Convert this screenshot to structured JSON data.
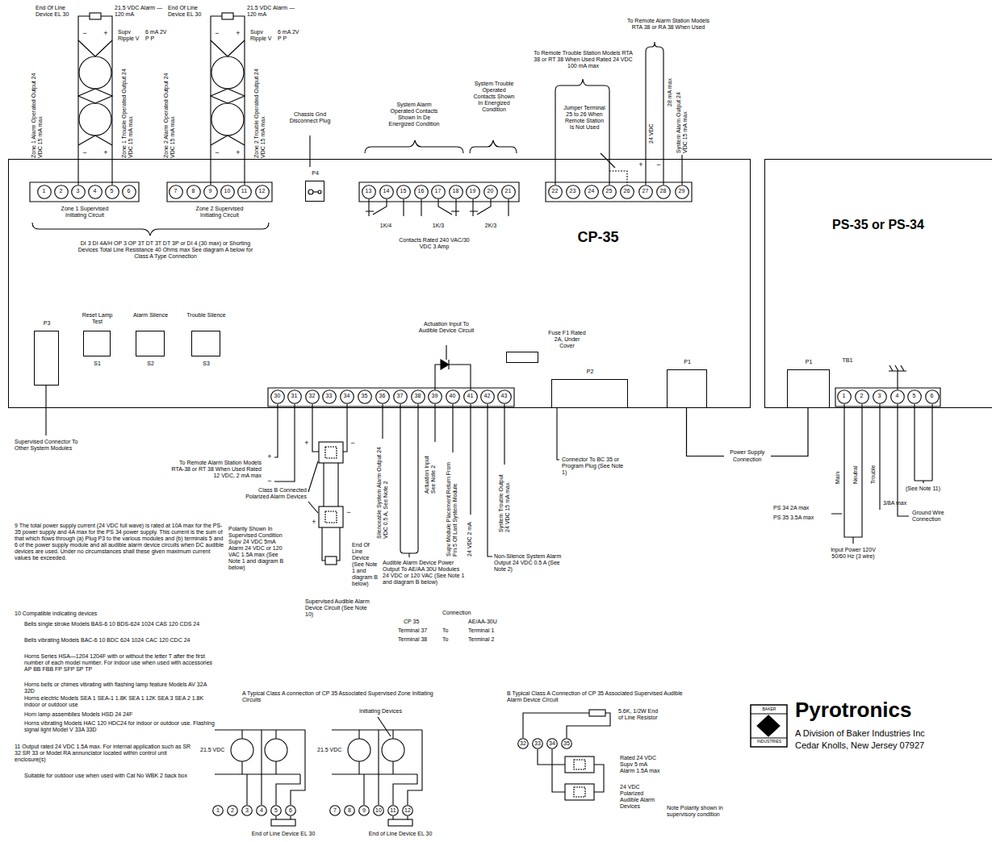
{
  "diagram": {
    "nodes": [
      {
        "text": [
          "CP-35"
        ]
      },
      {
        "text": [
          "1"
        ],
        "in": 0
      },
      {
        "text": [
          "2"
        ],
        "in": 0
      },
      {
        "text": [
          "3"
        ],
        "in": 0
      },
      {
        "text": [
          "4"
        ],
        "in": 0
      },
      {
        "text": [
          "5"
        ],
        "in": 0
      },
      {
        "text": [
          "6"
        ],
        "in": 0
      },
      {
        "text": [
          "7"
        ],
        "in": 0
      },
      {
        "text": [
          "8"
        ],
        "in": 0
      },
      {
        "text": [
          "9"
        ],
        "in": 0
      },
      {
        "text": [
          "10"
        ],
        "in": 0
      },
      {
        "text": [
          "11"
        ],
        "in": 0
      },
      {
        "text": [
          "12"
        ],
        "in": 0
      },
      {
        "text": [
          "P4"
        ],
        "in": 0
      },
      {
        "text": [
          "13"
        ],
        "in": 0
      },
      {
        "text": [
          "14"
        ],
        "in": 0
      },
      {
        "text": [
          "15"
        ],
        "in": 0
      },
      {
        "text": [
          "16"
        ],
        "in": 0
      },
      {
        "text": [
          "17"
        ],
        "in": 0
      },
      {
        "text": [
          "18"
        ],
        "in": 0
      },
      {
        "text": [
          "19"
        ],
        "in": 0
      },
      {
        "text": [
          "20"
        ],
        "in": 0
      },
      {
        "text": [
          "21"
        ],
        "in": 0
      },
      {
        "text": [
          "22"
        ],
        "in": 0
      },
      {
        "text": [
          "23"
        ],
        "in": 0
      },
      {
        "text": [
          "24"
        ],
        "in": 0
      },
      {
        "text": [
          "25"
        ],
        "in": 0
      },
      {
        "text": [
          "26"
        ],
        "in": 0
      },
      {
        "text": [
          "27"
        ],
        "in": 0
      },
      {
        "text": [
          "28"
        ],
        "in": 0
      },
      {
        "text": [
          "29"
        ],
        "in": 0
      },
      {
        "text": [
          "P3"
        ],
        "in": 0
      },
      {
        "text": [
          "Reset Lamp Test",
          "S1"
        ],
        "in": 0
      },
      {
        "text": [
          "Alarm Silence",
          "S2"
        ],
        "in": 0
      },
      {
        "text": [
          "Trouble Silence",
          "S3"
        ],
        "in": 0
      },
      {
        "text": [
          "Fuse F1 Rated 2A, Under Cover"
        ],
        "in": 0
      },
      {
        "text": [
          "30"
        ],
        "in": 0
      },
      {
        "text": [
          "31"
        ],
        "in": 0
      },
      {
        "text": [
          "32"
        ],
        "in": 0
      },
      {
        "text": [
          "33"
        ],
        "in": 0
      },
      {
        "text": [
          "34"
        ],
        "in": 0
      },
      {
        "text": [
          "35"
        ],
        "in": 0
      },
      {
        "text": [
          "36"
        ],
        "in": 0
      },
      {
        "text": [
          "37"
        ],
        "in": 0
      },
      {
        "text": [
          "38"
        ],
        "in": 0
      },
      {
        "text": [
          "39"
        ],
        "in": 0
      },
      {
        "text": [
          "40"
        ],
        "in": 0
      },
      {
        "text": [
          "41"
        ],
        "in": 0
      },
      {
        "text": [
          "42"
        ],
        "in": 0
      },
      {
        "text": [
          "43"
        ],
        "in": 0
      },
      {
        "text": [
          "P2"
        ],
        "in": 0
      },
      {
        "text": [
          "P1"
        ],
        "in": 0
      },
      {
        "text": [
          "PS-35 or PS-34"
        ]
      },
      {
        "text": [
          "P1"
        ],
        "in": 52
      },
      {
        "text": [
          "1"
        ],
        "in": 52
      },
      {
        "text": [
          "2"
        ],
        "in": 52
      },
      {
        "text": [
          "3"
        ],
        "in": 52
      },
      {
        "text": [
          "4"
        ],
        "in": 52
      },
      {
        "text": [
          "5"
        ],
        "in": 52
      },
      {
        "text": [
          "6"
        ],
        "in": 52
      },
      {
        "text": [
          "1"
        ]
      },
      {
        "text": [
          "2"
        ]
      },
      {
        "text": [
          "3"
        ]
      },
      {
        "text": [
          "4"
        ]
      },
      {
        "text": [
          "5"
        ]
      },
      {
        "text": [
          "6"
        ]
      },
      {
        "text": [
          "7"
        ]
      },
      {
        "text": [
          "8"
        ]
      },
      {
        "text": [
          "9"
        ]
      },
      {
        "text": [
          "10"
        ]
      },
      {
        "text": [
          "11"
        ]
      },
      {
        "text": [
          "12"
        ]
      },
      {
        "text": [
          "32"
        ]
      },
      {
        "text": [
          "33"
        ]
      },
      {
        "text": [
          "34"
        ]
      },
      {
        "text": [
          "35"
        ]
      }
    ],
    "edges": [
      {
        "from": 51,
        "to": 53,
        "arrow": "none",
        "label": "Power Supply Connection"
      }
    ],
    "labels": [
      "End Of Line Device EL 30",
      "21.5 VDC Alarm — 120 mA",
      "Supv Ripple V",
      "6 mA 2V P P",
      "−",
      "+",
      "−",
      "+",
      "Zone 1 Alarm Operated Output 24 VDC 15 mA max",
      "Zone 1 Trouble Operated Output 24 VDC 15 mA max",
      "End Of Line Device EL 30",
      "21.5 VDC Alarm — 120 mA",
      "Supv Ripple V",
      "6 mA 2V P P",
      "−",
      "+",
      "−",
      "+",
      "Zone 2 Alarm Operated Output 24 VDC 15 mA max",
      "Zone 2 Trouble Operated Output 24 VDC 15 mA max",
      "Chassis Gnd Disconnect Plug",
      "System Alarm Operated Contacts Shown In De Energized Condition",
      "System Trouble Operated Contacts Shown In Energized Condition",
      "To Remote Trouble Station Models RTA 38 or RT 38 When Used Rated 24 VDC 100 mA max",
      "Jumper Terminal 25 to 26 When Remote Station Is Not Used",
      "To Remote Alarm Station Models RTA 38 or RA 38 When Used",
      "24 VDC",
      "28 mA max",
      "System Alarm Output 24 VDC 15 mA max",
      "+",
      "−",
      "Zone 1 Supervised Initiating Circuit",
      "Zone 2 Supervised Initiating Circuit",
      "DI 3 DI 4A/H OP 3 OP 3T DT 3T DT 3P or DI 4 (30 max) or Shorting Devices Total Line Resistance 40 Ohms max See diagram A below for Class A Type Connection",
      "1K/4",
      "1K/3",
      "2K/3",
      "Contacts Rated 240 VAC/30 VDC 3 Amp",
      "Actuation Input To Audible Device Circuit",
      "Supervised Connector To Other System Modules",
      "To Remote Alarm Station Models RTA-38 or RT 38 When Used Rated 12 VDC, 2 mA max",
      "+",
      "−",
      "+",
      "−",
      "+",
      "−",
      "Class B Connected Polarized Alarm Devices",
      "Polarity Shown In Supervised Condition Supv 24 VDC 5mA Alarm 24 VDC or 120 VAC 1.5A max (See Note 1 and diagram B below)",
      "End Of Line Device (See Note 1 and diagram B below)",
      "Supervised Audible Alarm Device Circuit (See Note 10)",
      "Silenceable System Alarm Output 24 VDC 0.5 A, See Note 2",
      "Actuation Input See Note 2",
      "Supv Module Placement Return From Pin 5 Of Last System Module",
      "24 VDC 2 mA",
      "System Trouble Output 24 VDC 15 mA max",
      "Non-Silence System Alarm Output 24 VDC 0.5 A (See Note 2)",
      "Audible Alarm Device Power Output To AE/AA 30U Modules 24 VDC or 120 VAC (See Note 1 and diagram B below)",
      "Connection",
      "CP 35",
      "AE/AA-30U",
      "Terminal 37",
      "To",
      "Terminal 1",
      "Terminal 38",
      "To",
      "Terminal 2",
      "Connector To BC 35 or Program Plug (See Note 1)",
      "TB1",
      "Main",
      "Neutral",
      "Trouble",
      "(See Note 11)",
      "Ground Wire Connection",
      "PS 34 2A max",
      "PS 35 3.5A max",
      "3/8A max",
      "Input Power 120V 50/60 Hz (3 wire)",
      "9 The total power supply current (24 VDC full wave) is rated at 10A max for the PS-35 power supply and 4A max for the PS 34 power supply. This current is the sum of that which flows through (a) Plug P3 to the various modules and (b) terminals 5 and 6 of the power supply module and all audible alarm device circuits when DC audible devices are used. Under no circumstances shall these given maximum current values be exceeded.",
      "10 Compatible indicating devices",
      "Bells single stroke Models BAS-6 10 BDS-624 1024 CAS 120 CDS 24",
      "Bells vibrating Models BAC-6 10 BDC 624 1024 CAC 120 CDC 24",
      "Horns Series HSA—1204 1204F with or without the letter T after the first number of each model number. For indoor use when used with accessories AP BB FBB FP SFP SP TP",
      "Horns bells or chimes vibrating with flashing lamp feature Models AV 32A 32D",
      "Horns electric Models SEA 1 SEA-1 1.8K SEA 1 12K SEA 3 SEA 2 1.8K indoor or outdoor use",
      "Horn lamp assemblies Models HSD 24 24F",
      "Horns vibrating Models HAC 120 HDC24 for indoor or outdoor use. Flashing signal light Model V 33A 33D",
      "11 Output rated 24 VDC 1.5A max. For internal application such as SR 32 SR 33 or Model RA annunciator located within control unit enclosure(s)",
      "Suitable for outdoor use when used with Cat No WBK 2 back box",
      "A Typical Class A connection of CP 35 Associated Supervised Zone Initiating Circuits",
      "Initiating Devices",
      "21.5 VDC",
      "21.5 VDC",
      "End of Line Device EL 30",
      "End of Line Device EL 30",
      "B Typical Class A Connection of CP 35 Associated Supervised Audible Alarm Device Circuit",
      "5.6K, 1/2W End of Line Resistor",
      "Rated 24 VDC Supv 5 mA Alarm 1.5A max",
      "24 VDC Polarized Audible Alarm Devices",
      "Note Polarity shown in supervisory condition",
      "BAKER",
      "INDUSTRIES",
      "Pyrotronics",
      "A Division of Baker Industries Inc",
      "Cedar Knolls, New Jersey 07927"
    ]
  }
}
